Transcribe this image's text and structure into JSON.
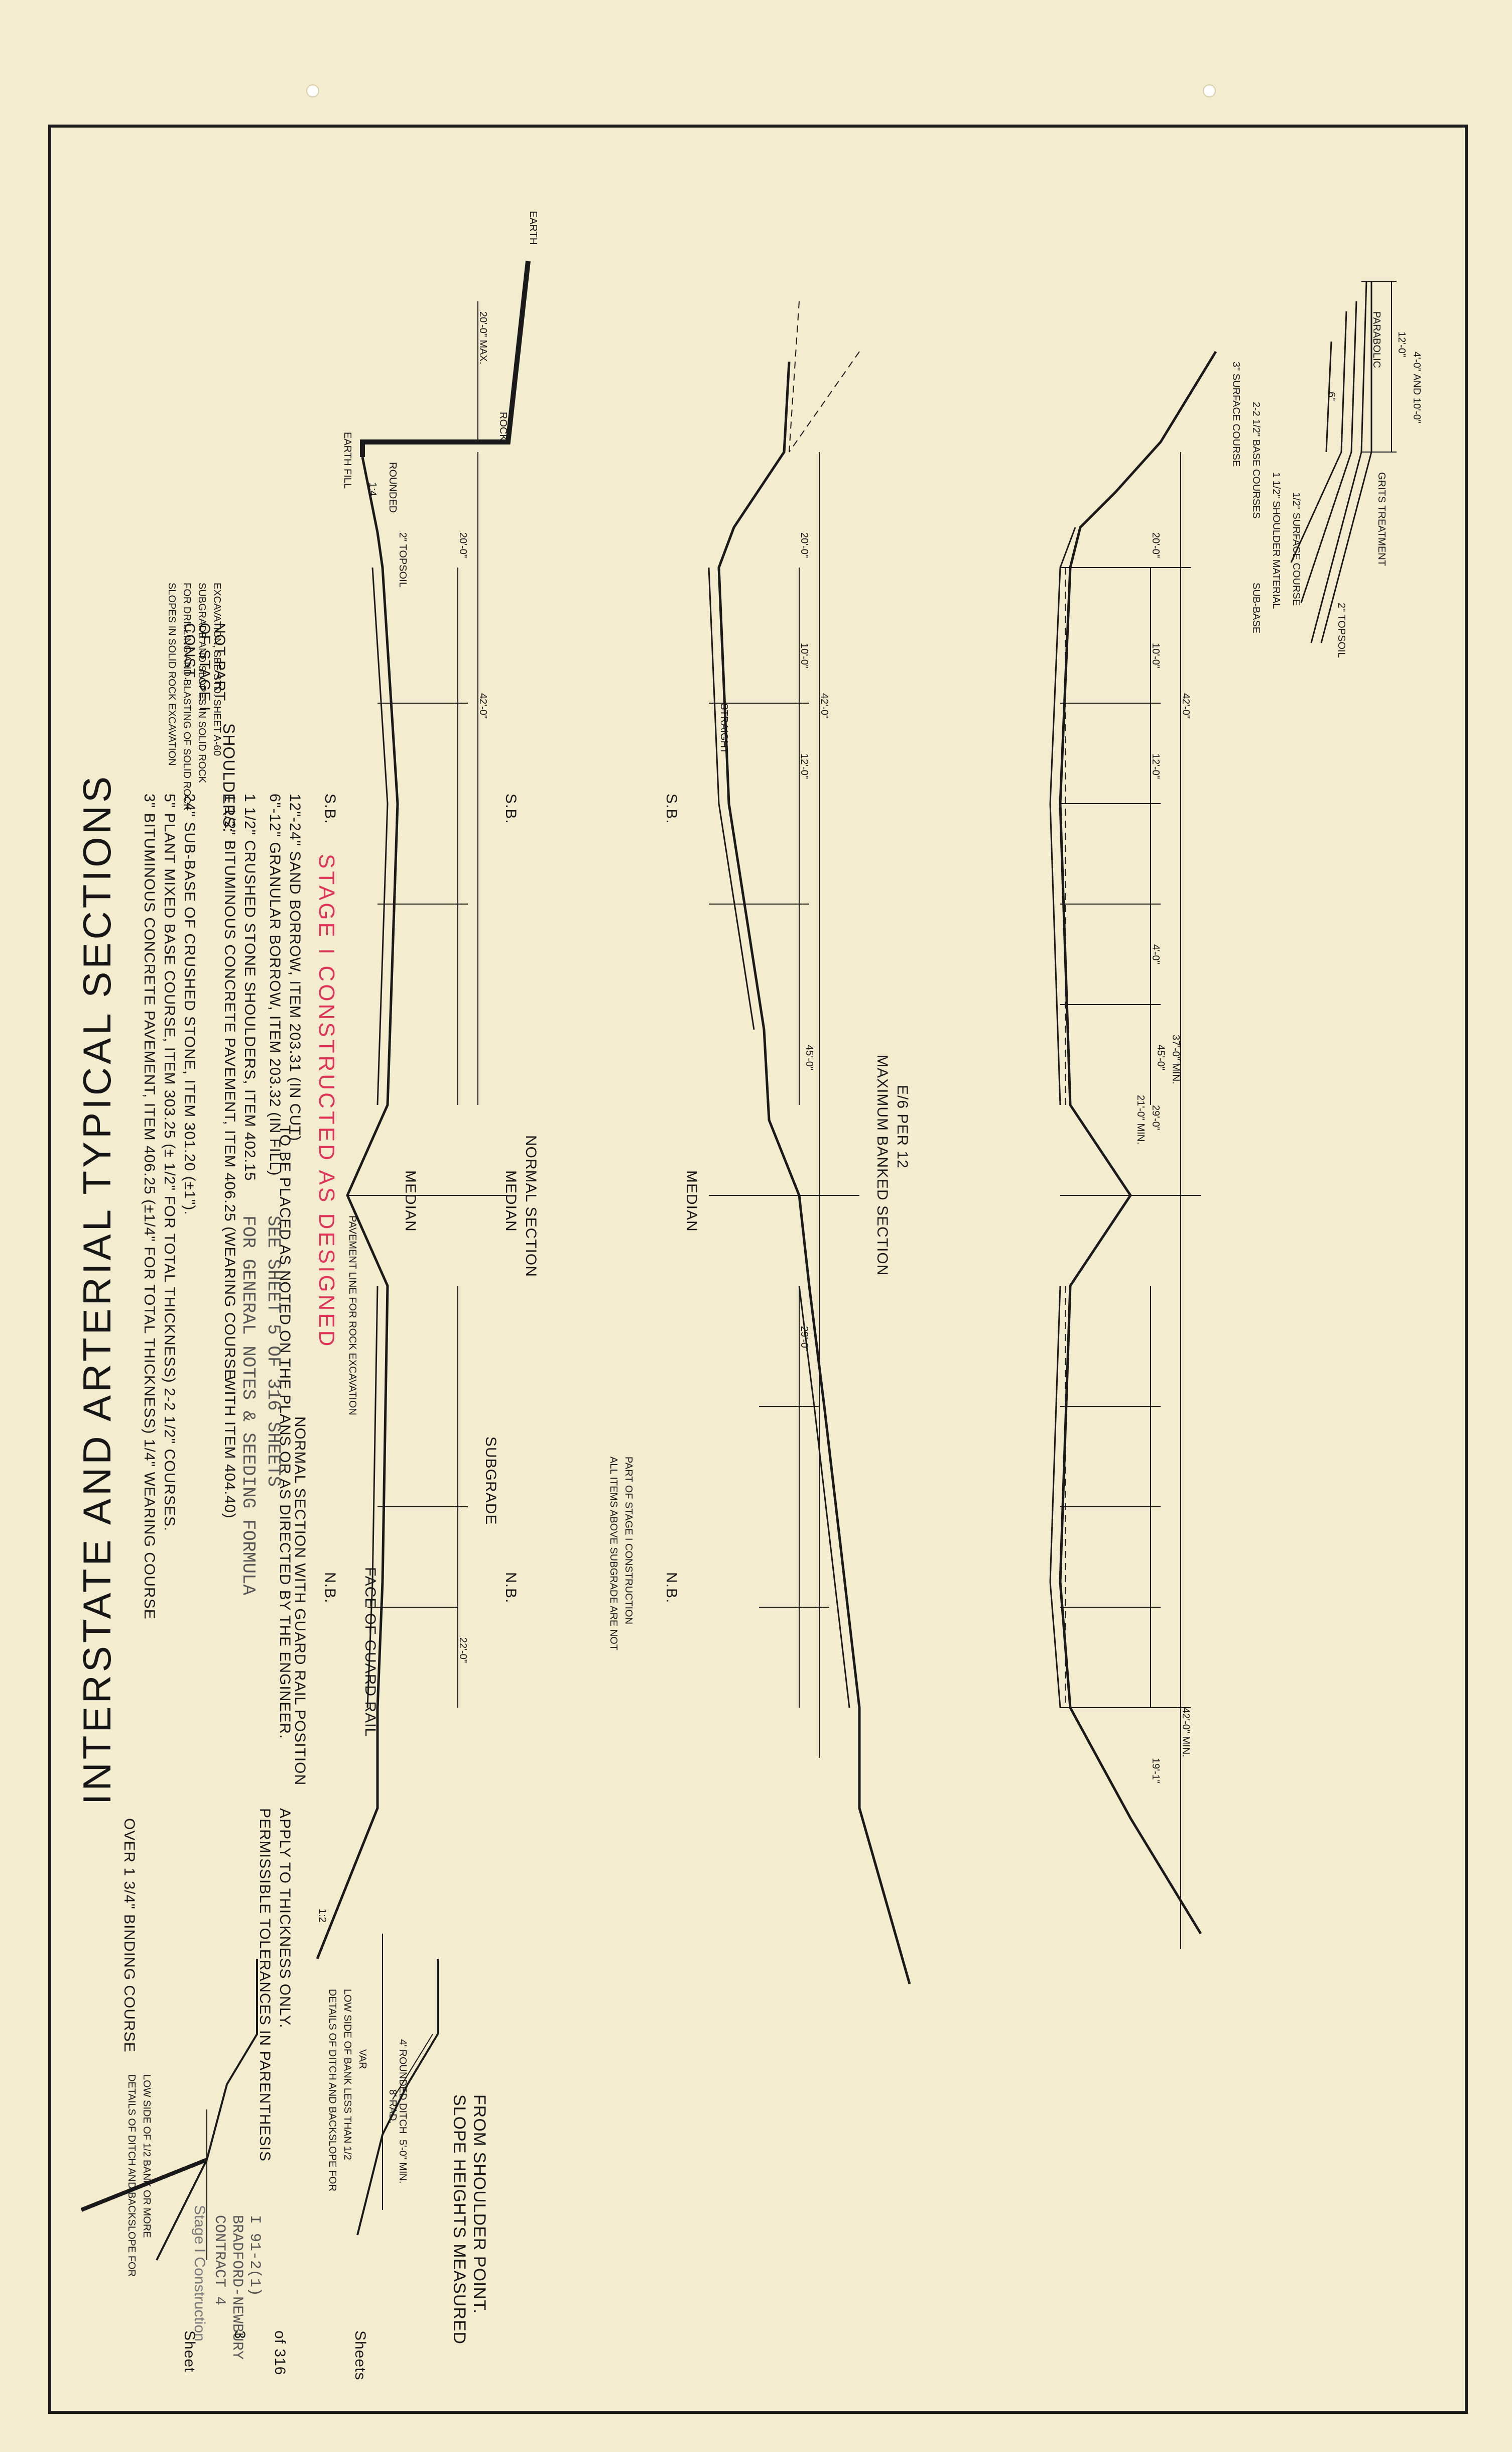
{
  "title": "INTERSTATE AND ARTERIAL TYPICAL SECTIONS",
  "binding_note": "OVER 1 3/4\" BINDING COURSE",
  "not_part": "NOT PART OF STAGE I CONST.",
  "items": [
    "3\" BITUMINOUS CONCRETE PAVEMENT, ITEM 406.25 (±1/4\" FOR TOTAL THICKNESS) 1/4\" WEARING COURSE",
    "5\" PLANT MIXED BASE COURSE, ITEM 303.25 (± 1/2\" FOR TOTAL THICKNESS) 2-2 1/2\" COURSES.",
    "24\" SUB-BASE OF CRUSHED STONE, ITEM 301.20 (±1\")."
  ],
  "shoulders_label": "SHOULDERS:",
  "shoulder_items": [
    "1 1/2\" BITUMINOUS CONCRETE PAVEMENT, ITEM 406.25 (WEARING COURSE",
    "1 1/2\" CRUSHED STONE SHOULDERS, ITEM 402.15"
  ],
  "with_item": "WITH ITEM 404.40)",
  "borrow_items": [
    "6\"-12\" GRANULAR BORROW, ITEM 203.32 (IN FILL)",
    "12\"-24\" SAND BORROW, ITEM 203.31 (IN CUT)"
  ],
  "placed_note": "TO BE PLACED AS NOTED ON THE PLANS OR AS DIRECTED BY THE ENGINEER.",
  "stage_stamp": "STAGE I CONSTRUCTED AS DESIGNED",
  "tolerances_note": [
    "PERMISSIBLE TOLERANCES IN PARENTHESIS",
    "APPLY TO THICKNESS ONLY."
  ],
  "slope_note": [
    "SLOPE HEIGHTS MEASURED",
    "FROM SHOULDER POINT."
  ],
  "normal_section_label": "NORMAL SECTION",
  "median_label": "MEDIAN",
  "sb_label": "S.B.",
  "nb_label": "N.B.",
  "subgrade_label": "SUBGRADE",
  "all_items_note": [
    "ALL ITEMS ABOVE SUBGRADE ARE NOT",
    "PART OF STAGE I CONSTRUCTION"
  ],
  "banked_label": [
    "MAXIMUM BANKED SECTION",
    "E/6 PER 12"
  ],
  "guard_rail_label": "NORMAL SECTION WITH GUARD RAIL POSITION",
  "face_guard_rail": "FACE OF GUARD RAIL",
  "general_notes": [
    "FOR GENERAL NOTES & SEEDING FORMULA",
    "SEE SHEET 5 OF 316 SHEETS"
  ],
  "rock_note": [
    "SLOPES IN SOLID ROCK EXCAVATION",
    "FOR DRILLING AND BLASTING OF SOLID ROCK",
    "SUBGRADE AND SLOPES IN SOLID ROCK",
    "EXCAVATION, SEE STD. SHEET A-60"
  ],
  "pavement_line_note": "PAVEMENT LINE FOR ROCK EXCAVATION",
  "ditch_less": [
    "DETAILS OF DITCH AND BACKSLOPE FOR",
    "LOW SIDE OF BANK LESS THAN 1/2"
  ],
  "ditch_more": [
    "DETAILS OF DITCH AND BACKSLOPE FOR",
    "LOW SIDE OF 1/2 BANK OR MORE"
  ],
  "shoulder_detail": {
    "width": "12'-0\"",
    "paraboloc": "PARABOLIC",
    "grits": "GRITS TREATMENT",
    "dim_4_10": "4'-0\" AND 10'-0\"",
    "topsoil": "2\" TOPSOIL",
    "surface_course": "1/2\" SURFACE COURSE",
    "shoulder_material": "1 1/2\" SHOULDER MATERIAL",
    "base_courses": "2-2 1/2\" BASE COURSES",
    "surface3": "3\" SURFACE COURSE",
    "sub_base": "SUB-BASE",
    "dim6": "6\""
  },
  "dims": {
    "d42": "42'-0\"",
    "d42min": "42'-0\" MIN.",
    "d20": "20'-0\"",
    "d20max": "20'-0\" MAX.",
    "d10": "10'-0\"",
    "d12": "12'-0\"",
    "d4": "4'-0\"",
    "d45": "45'-0\"",
    "d37": "37'-0\" MIN.",
    "d29": "29'-0\"",
    "d21": "21'-0\" MIN.",
    "d22": "22'-0\"",
    "d19": "19'-1\"",
    "slope14": "1:4",
    "slope12": "1:2",
    "earth": "EARTH",
    "rock": "ROCK",
    "earth_fill": "EARTH FILL",
    "rounded": "ROUNDED",
    "topsoil2": "2\" TOPSOIL",
    "straight": "STRAIGHT",
    "var": "VAR",
    "r8": "8' RAD.",
    "d5min": "5'-0\" MIN.",
    "rounded_ditch": "4' ROUNDED DITCH"
  },
  "stamp_block": [
    "Stage I Construction",
    "CONTRACT 4",
    "BRADFORD-NEWBURY",
    "I 91-2(1)"
  ],
  "sheet_label": [
    "Sheet",
    "3",
    "of 316",
    "Sheets"
  ]
}
